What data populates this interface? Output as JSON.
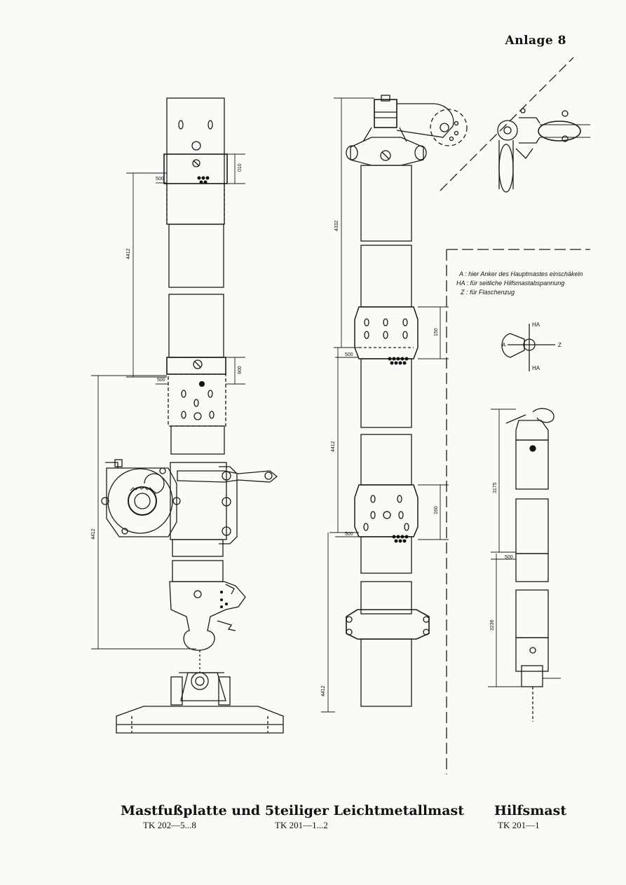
{
  "header": {
    "annex_label": "Anlage 8"
  },
  "captions": {
    "main_title": "Mastfußplatte und 5teiliger Leichtmetallmast",
    "main_code_left": "TK 202—5...8",
    "main_code_right": "TK 201—1...2",
    "aux_title": "Hilfsmast",
    "aux_code": "TK 201—1"
  },
  "legend": {
    "line_a": "A : hier Anker des Hauptmastes einschäkeln",
    "line_ha": "HA : für seitliche Hilfsmastabspannung",
    "line_z": "Z : für Flaschenzug"
  },
  "key_labels": {
    "a": "A",
    "ha_top": "HA",
    "ha_bottom": "HA",
    "z": "Z"
  },
  "dimensions": {
    "left_overlap_top": "500",
    "left_sleeve_top": "010",
    "left_span": "4412",
    "left_overlap_mid": "500",
    "left_sleeve_mid": "900",
    "left_lower_span": "4412",
    "mid_top_span": "4332",
    "mid_sleeve_1": "150",
    "mid_overlap_1": "500",
    "mid_span_2": "4412",
    "mid_sleeve_2": "160",
    "mid_overlap_2": "500",
    "mid_span_3": "4412",
    "aux_span_1": "3175",
    "aux_overlap": "500",
    "aux_span_2": "3236"
  }
}
